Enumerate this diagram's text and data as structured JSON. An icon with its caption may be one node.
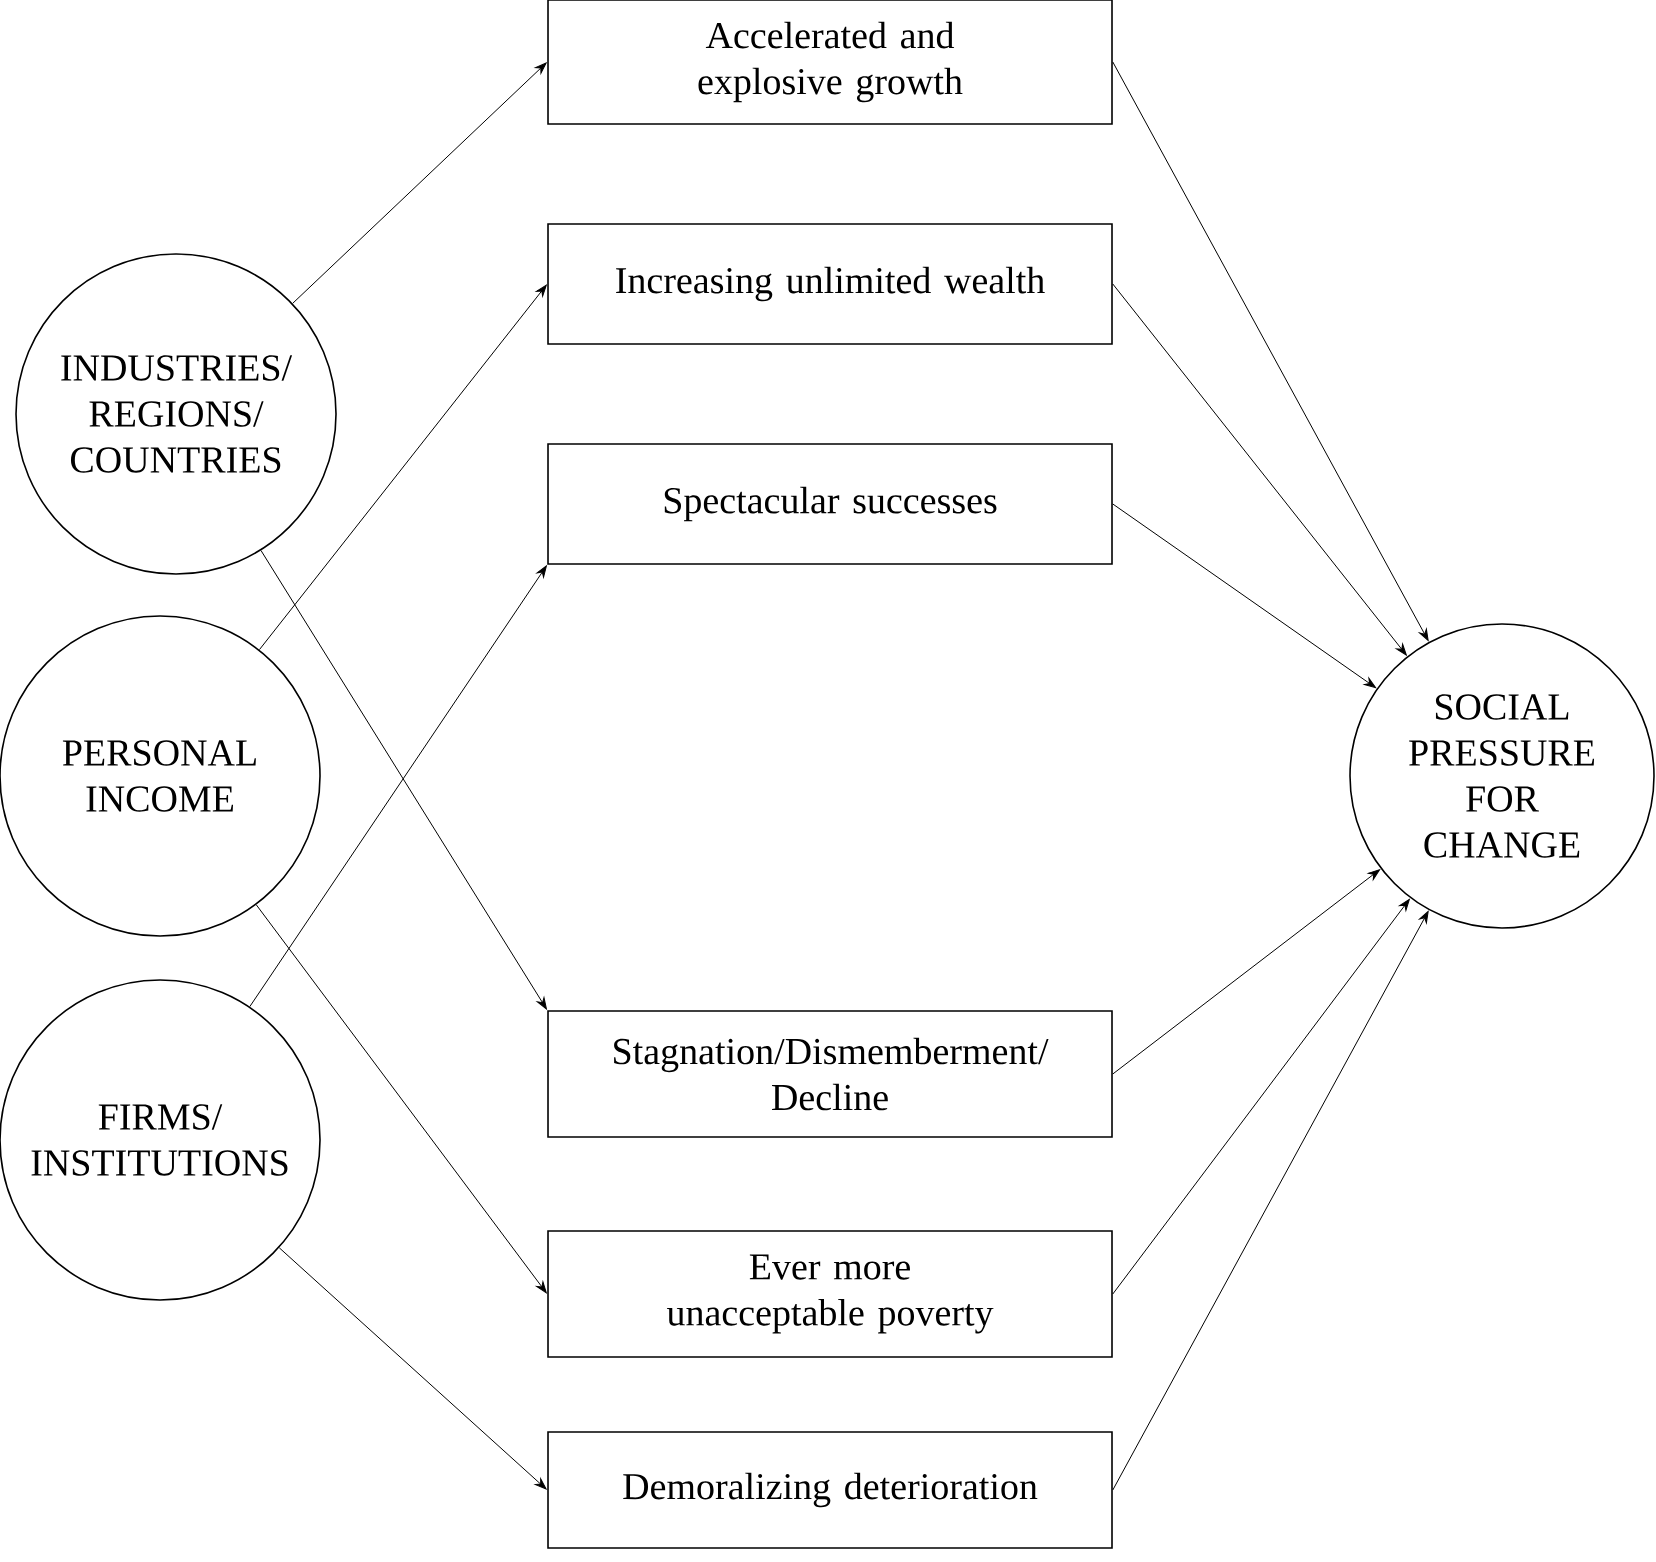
{
  "diagram": {
    "nodes": [
      {
        "text": [
          "INDUSTRIES/ REGIONS/ COUNTRIES"
        ]
      },
      {
        "text": [
          "PERSONAL INCOME"
        ]
      },
      {
        "text": [
          "FIRMS/ INSTITUTIONS"
        ]
      },
      {
        "text": [
          "Accelerated and explosive growth"
        ]
      },
      {
        "text": [
          "Increasing unlimited wealth"
        ]
      },
      {
        "text": [
          "Spectacular successes"
        ]
      },
      {
        "text": [
          "Stagnation/Dismemberment/ Decline"
        ]
      },
      {
        "text": [
          "Ever more unacceptable poverty"
        ]
      },
      {
        "text": [
          "Demoralizing deterioration"
        ]
      },
      {
        "text": [
          "SOCIAL PRESSURE FOR CHANGE"
        ]
      }
    ],
    "edges": [
      {
        "from": 0,
        "to": 3,
        "arrow": "to"
      },
      {
        "from": 0,
        "to": 6,
        "arrow": "to"
      },
      {
        "from": 1,
        "to": 4,
        "arrow": "to"
      },
      {
        "from": 1,
        "to": 7,
        "arrow": "to"
      },
      {
        "from": 2,
        "to": 5,
        "arrow": "to"
      },
      {
        "from": 2,
        "to": 8,
        "arrow": "to"
      },
      {
        "from": 3,
        "to": 9,
        "arrow": "to"
      },
      {
        "from": 4,
        "to": 9,
        "arrow": "to"
      },
      {
        "from": 5,
        "to": 9,
        "arrow": "to"
      },
      {
        "from": 6,
        "to": 9,
        "arrow": "to"
      },
      {
        "from": 7,
        "to": 9,
        "arrow": "to"
      },
      {
        "from": 8,
        "to": 9,
        "arrow": "to"
      }
    ]
  }
}
